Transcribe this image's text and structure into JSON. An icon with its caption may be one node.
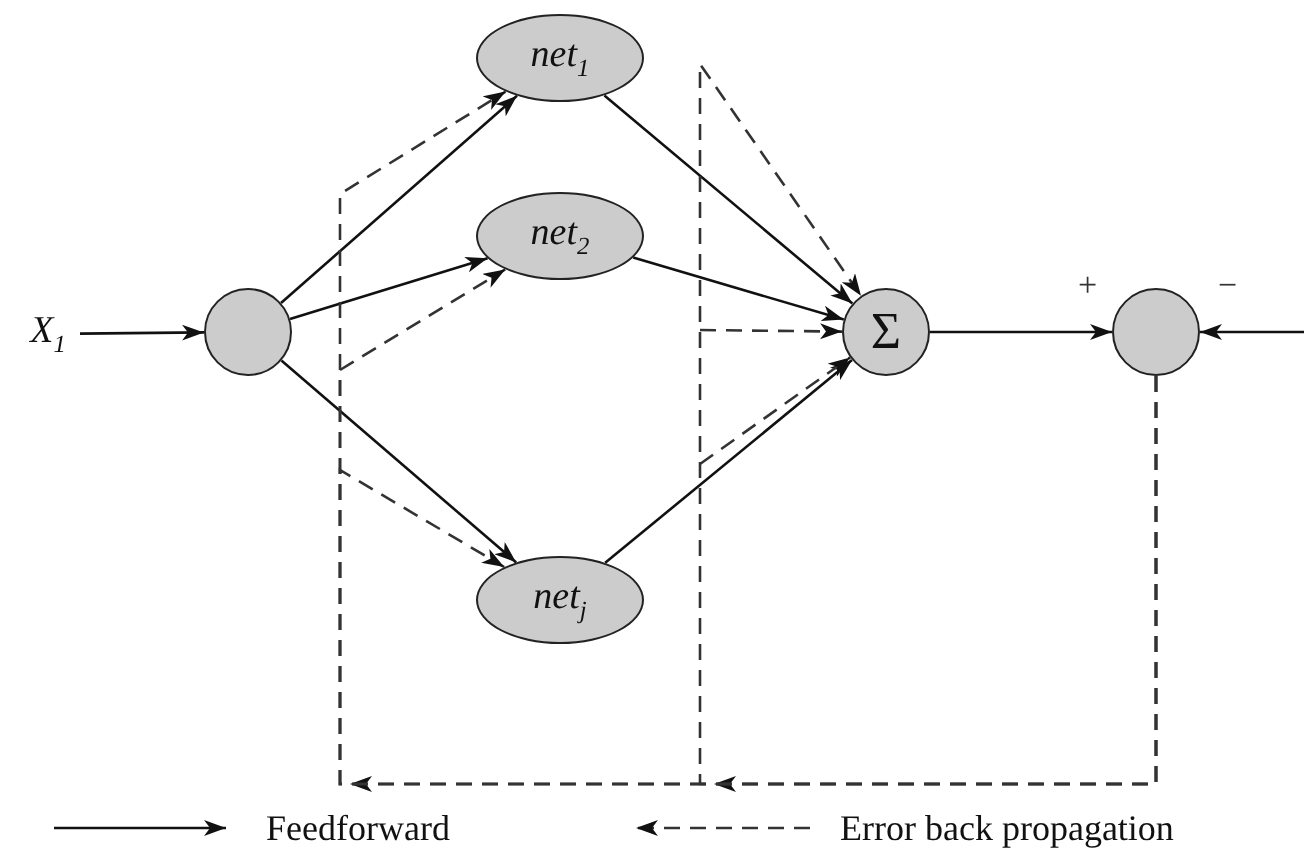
{
  "diagram": {
    "nodes": [
      {
        "text": [
          "X$_{1}$"
        ]
      },
      {
        "text": [],
        "shape": "circle"
      },
      {
        "text": [
          "net$_{1}$"
        ]
      },
      {
        "text": [
          "net$_{2}$"
        ]
      },
      {
        "text": [
          "net$_{j}$"
        ]
      },
      {
        "text": [
          "Σ"
        ]
      },
      {
        "text": [],
        "shape": "circle"
      }
    ],
    "edges": [
      {
        "from": 0,
        "to": 1,
        "arrow": "to"
      },
      {
        "from": 1,
        "to": 2,
        "arrow": "to"
      },
      {
        "from": 1,
        "to": 3,
        "arrow": "to"
      },
      {
        "from": 1,
        "to": 4,
        "arrow": "to"
      },
      {
        "from": 2,
        "to": 5,
        "arrow": "to"
      },
      {
        "from": 3,
        "to": 5,
        "arrow": "to"
      },
      {
        "from": 4,
        "to": 5,
        "arrow": "to"
      },
      {
        "from": 5,
        "to": 6,
        "arrow": "to"
      },
      {
        "from": null,
        "to": 6,
        "arrow": "to"
      },
      {
        "from": 6,
        "to": 5,
        "arrow": "to",
        "style": "dashed"
      },
      {
        "from": 6,
        "to": 2,
        "arrow": "to",
        "style": "dashed"
      },
      {
        "from": 6,
        "to": 3,
        "arrow": "to",
        "style": "dashed"
      },
      {
        "from": 6,
        "to": 4,
        "arrow": "to",
        "style": "dashed"
      }
    ],
    "labels": [
      "+",
      "−"
    ],
    "legend": [
      {
        "text": "Feedforward"
      },
      {
        "text": "Error back propagation"
      }
    ]
  }
}
